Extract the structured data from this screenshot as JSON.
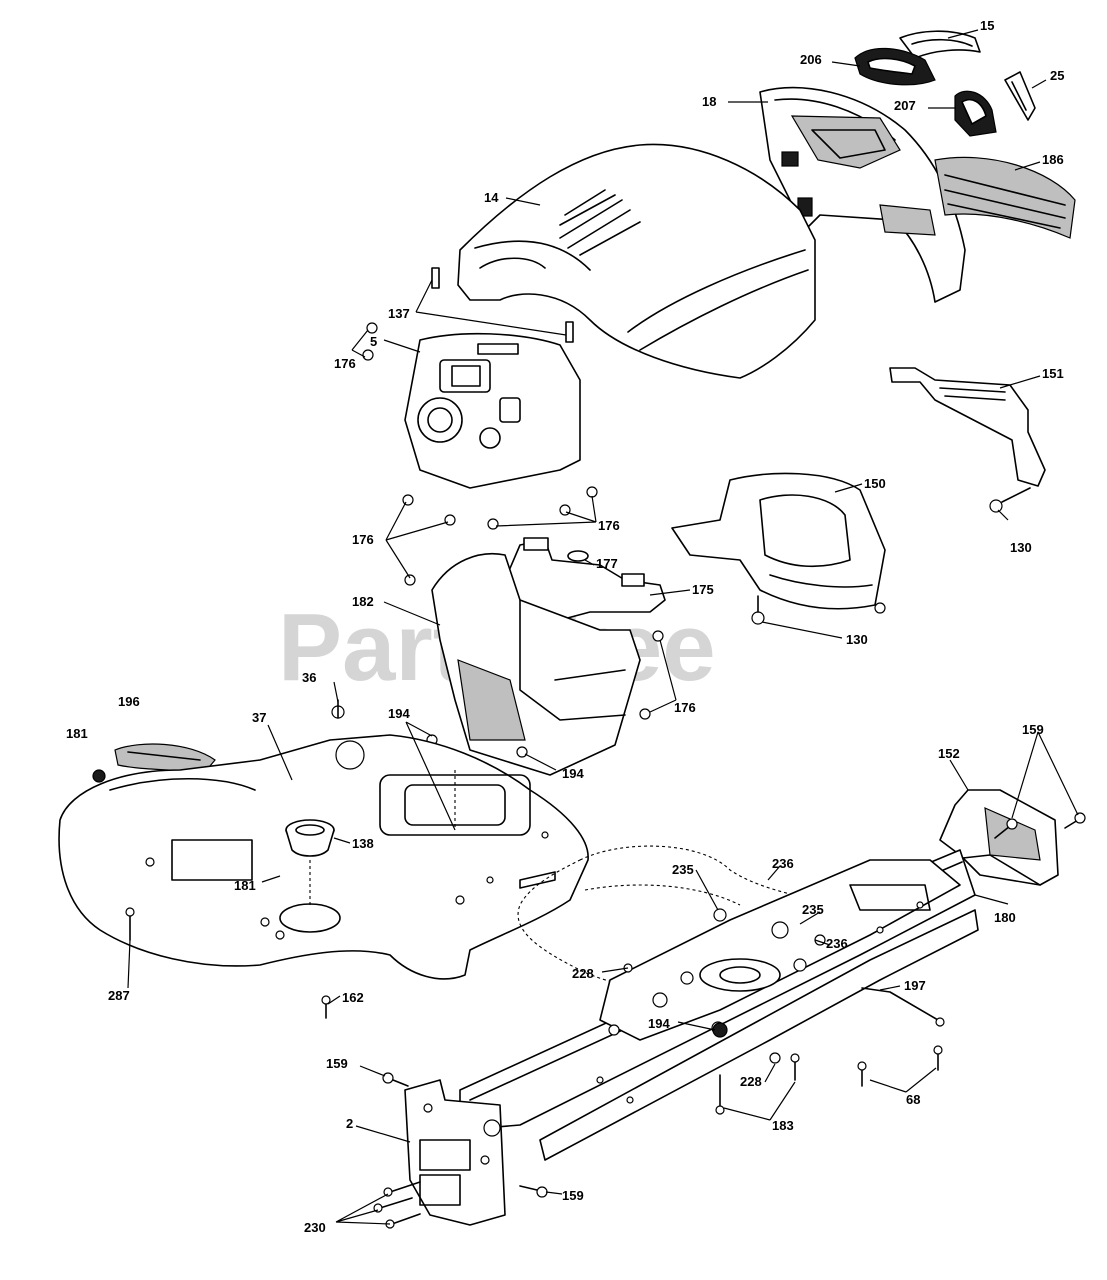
{
  "watermark": {
    "text": "PartsTree",
    "trademark": "™"
  },
  "callouts": [
    {
      "id": "c15",
      "label": "15"
    },
    {
      "id": "c206",
      "label": "206"
    },
    {
      "id": "c25",
      "label": "25"
    },
    {
      "id": "c18",
      "label": "18"
    },
    {
      "id": "c207",
      "label": "207"
    },
    {
      "id": "c186",
      "label": "186"
    },
    {
      "id": "c14",
      "label": "14"
    },
    {
      "id": "c137",
      "label": "137"
    },
    {
      "id": "c5",
      "label": "5"
    },
    {
      "id": "c176a",
      "label": "176"
    },
    {
      "id": "c151",
      "label": "151"
    },
    {
      "id": "c150",
      "label": "150"
    },
    {
      "id": "c176b",
      "label": "176"
    },
    {
      "id": "c176c",
      "label": "176"
    },
    {
      "id": "c130a",
      "label": "130"
    },
    {
      "id": "c177",
      "label": "177"
    },
    {
      "id": "c175",
      "label": "175"
    },
    {
      "id": "c182",
      "label": "182"
    },
    {
      "id": "c130b",
      "label": "130"
    },
    {
      "id": "c36",
      "label": "36"
    },
    {
      "id": "c176d",
      "label": "176"
    },
    {
      "id": "c196",
      "label": "196"
    },
    {
      "id": "c37",
      "label": "37"
    },
    {
      "id": "c194a",
      "label": "194"
    },
    {
      "id": "c181a",
      "label": "181"
    },
    {
      "id": "c152",
      "label": "152"
    },
    {
      "id": "c159a",
      "label": "159"
    },
    {
      "id": "c194b",
      "label": "194"
    },
    {
      "id": "c138",
      "label": "138"
    },
    {
      "id": "c235a",
      "label": "235"
    },
    {
      "id": "c236a",
      "label": "236"
    },
    {
      "id": "c181b",
      "label": "181"
    },
    {
      "id": "c180",
      "label": "180"
    },
    {
      "id": "c235b",
      "label": "235"
    },
    {
      "id": "c236b",
      "label": "236"
    },
    {
      "id": "c228a",
      "label": "228"
    },
    {
      "id": "c287",
      "label": "287"
    },
    {
      "id": "c197",
      "label": "197"
    },
    {
      "id": "c162",
      "label": "162"
    },
    {
      "id": "c194c",
      "label": "194"
    },
    {
      "id": "c159b",
      "label": "159"
    },
    {
      "id": "c228b",
      "label": "228"
    },
    {
      "id": "c68",
      "label": "68"
    },
    {
      "id": "c183",
      "label": "183"
    },
    {
      "id": "c2",
      "label": "2"
    },
    {
      "id": "c159c",
      "label": "159"
    },
    {
      "id": "c230",
      "label": "230"
    }
  ]
}
